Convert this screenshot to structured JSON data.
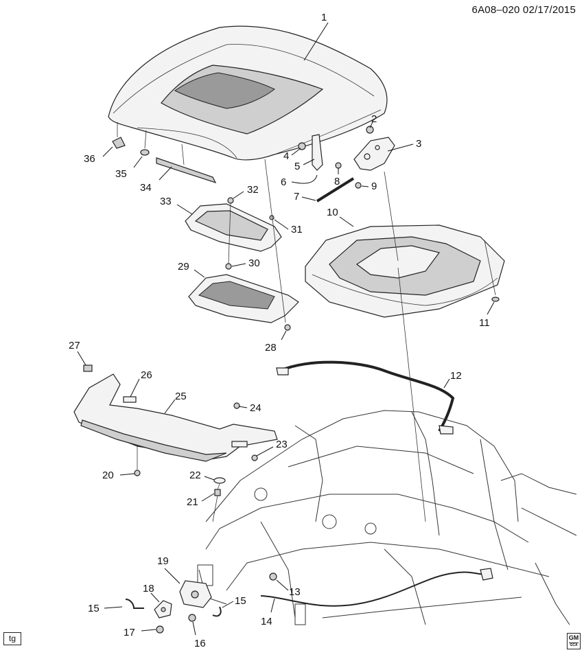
{
  "header": {
    "code": "6A08–020  02/17/2015"
  },
  "footer": {
    "tag_label": "tg",
    "logo_text": "GM",
    "logo_subtext": "GCA"
  },
  "callouts": {
    "c1": "1",
    "c2": "2",
    "c3": "3",
    "c4": "4",
    "c5": "5",
    "c6": "6",
    "c7": "7",
    "c8": "8",
    "c9": "9",
    "c10": "10",
    "c11": "11",
    "c12": "12",
    "c13": "13",
    "c14": "14",
    "c15a": "15",
    "c15b": "15",
    "c16": "16",
    "c17": "17",
    "c18": "18",
    "c19": "19",
    "c20": "20",
    "c21": "21",
    "c22": "22",
    "c23": "23",
    "c24": "24",
    "c25": "25",
    "c26": "26",
    "c27": "27",
    "c28": "28",
    "c29": "29",
    "c30": "30",
    "c31": "31",
    "c32": "32",
    "c33": "33",
    "c34": "34",
    "c35": "35",
    "c36": "36"
  }
}
